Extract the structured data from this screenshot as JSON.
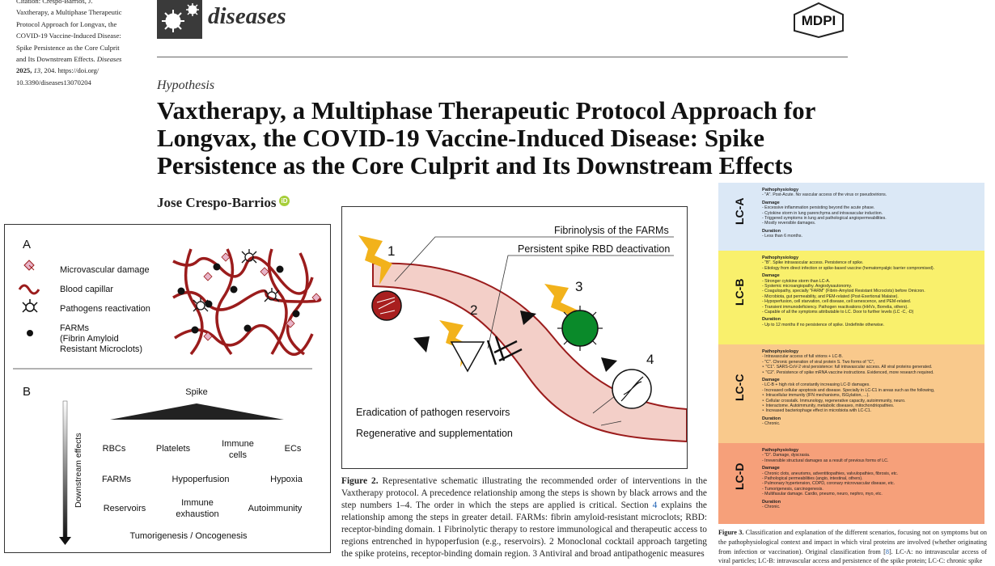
{
  "citation": {
    "lines": [
      "Citation: Crespo-Barrios, J.",
      "Vaxtherapy, a Multiphase Therapeutic",
      "Protocol Approach for Longvax, the",
      "COVID-19 Vaccine-Induced Disease:",
      "Spike Persistence as the Core Culprit",
      "and Its Downstream Effects."
    ],
    "journal": "Diseases",
    "year": "2025,",
    "volume": "13,",
    "pages": "204.",
    "doi_a": "https://doi.org/",
    "doi_b": "10.3390/diseases13070204"
  },
  "header": {
    "journal_name": "diseases",
    "publisher": "MDPI",
    "article_type": "Hypothesis",
    "title": "Vaxtherapy, a Multiphase Therapeutic Protocol Approach for Longvax, the COVID-19 Vaccine-Induced Disease: Spike Persistence as the Core Culprit and Its Downstream Effects",
    "author": "Jose Crespo-Barrios",
    "orcid_label": "iD"
  },
  "figure1": {
    "panel_a": "A",
    "panel_b": "B",
    "legend": [
      "Microvascular damage",
      "Blood capillar",
      "Pathogens reactivation",
      "FARMs",
      "(Fibrin Amyloid",
      "Resistant Microclots)"
    ],
    "spike": "Spike",
    "downstream": "Downstream effects",
    "row1": [
      "RBCs",
      "Platelets",
      "Immune",
      "cells",
      "ECs"
    ],
    "row2": [
      "FARMs",
      "Hypoperfusion",
      "Hypoxia"
    ],
    "row3": [
      "Reservoirs",
      "Immune",
      "exhaustion",
      "Autoimmunity"
    ],
    "bottom": "Tumorigenesis / Oncogenesis"
  },
  "figure2": {
    "labels": {
      "fibrinolysis": "Fibrinolysis of the FARMs",
      "rbd": "Persistent spike RBD deactivation",
      "eradication": "Eradication of pathogen reservoirs",
      "regenerative": "Regenerative and supplementation"
    },
    "step_numbers": [
      "1",
      "2",
      "3",
      "4"
    ],
    "caption_label": "Figure 2.",
    "caption_text_1": " Representative schematic illustrating the recommended order of interventions in the Vaxtherapy protocol. A precedence relationship among the steps is shown by black arrows and the step numbers 1–4. The order in which the steps are applied is critical. Section ",
    "caption_section_ref": "4",
    "caption_text_2": " explains the relationship among the steps in greater detail. FARMs: fibrin amyloid-resistant microclots; RBD: receptor-binding domain. 1 Fibrinolytic therapy to restore immunological and therapeutic access to regions entrenched in hypoperfusion (e.g., reservoirs). 2 Monoclonal cocktail approach targeting the spike proteins, receptor-binding domain region. 3 Antiviral and broad antipathogenic measures"
  },
  "figure3": {
    "blocks": [
      {
        "label": "LC-A",
        "color": "#dbe8f6",
        "lines": [
          [
            "h",
            "Pathophysiology"
          ],
          [
            "",
            " - \"A\". Post-Acute. No vascular access of the virus or pseudovirions."
          ],
          [
            "h",
            "Damage"
          ],
          [
            "",
            " - Excessive inflammation persisting beyond the acute phase."
          ],
          [
            "",
            " - Cytokine storm in lung parenchyma and intravascular induction."
          ],
          [
            "",
            " - Triggered symptoms in lung and pathological angiopermeabilities."
          ],
          [
            "",
            " - Mostly reversible damages."
          ],
          [
            "h",
            "Duration"
          ],
          [
            "",
            " - Less than 6 months."
          ]
        ]
      },
      {
        "label": "LC-B",
        "color": "#f9f06c",
        "lines": [
          [
            "h",
            "Pathophysiology"
          ],
          [
            "",
            " - \"B\". Spike intravascular access. Persistence of spike."
          ],
          [
            "",
            " - Etiology from direct infection or spike-based vaccine (hematomyalgic barrier compromised)."
          ],
          [
            "h",
            "Damage"
          ],
          [
            "",
            " - Stronger cytokine storm than LC-A."
          ],
          [
            "",
            " - Systemic microangiopathy. Angiodysautonomy."
          ],
          [
            "",
            " - Coagulopathy, specially \"FARM\" (Fibrin-Amyloid Resistant Microclots) before Omicron."
          ],
          [
            "",
            " - Microbiota, gut permeability, and PEM-related (Post-Exertional Malaise)."
          ],
          [
            "",
            " - Hypoperfusion, cell starvation, cell disease, cell senescence, and PEM-related."
          ],
          [
            "",
            " - Transient immunodeficiency. Pathogen reactivations (HHVs, Borrelia, others)."
          ],
          [
            "",
            " - Capable of all the symptoms attributable to LC. Door to further levels (LC -C, -D)"
          ],
          [
            "h",
            "Duration"
          ],
          [
            "",
            " - Up to 12 months if no persistence of spike. Undefinite otherwise."
          ]
        ]
      },
      {
        "label": "LC-C",
        "color": "#f9c98c",
        "lines": [
          [
            "h",
            "Pathophysiology"
          ],
          [
            "",
            " - Intravascular access of full virions + LC-B."
          ],
          [
            "",
            " - \"C\". Chronic generation of viral protein S. Two forms of \"C\","
          ],
          [
            "",
            "   ‣ \"C1\". SARS-CoV-2 viral persistence: full intravascular access. All viral proteins generated."
          ],
          [
            "",
            "   ‣ \"C2\". Persistence of spike mRNA vaccine instructions. Evidenced, more research required."
          ],
          [
            "h",
            "Damage"
          ],
          [
            "",
            " - LC-B + high risk of constantly increasing LC-D damages."
          ],
          [
            "",
            " - Increased cellular apoptosis and disease. Specially in LC-C1 in areas such as the following,"
          ],
          [
            "",
            "   ‣ Intracellular immunity (IFN mechanisms, ISGylation, ...)."
          ],
          [
            "",
            "   ‣ Cellular crosstalk. Immunology, regenerative capacity, autoimmunity, neuro."
          ],
          [
            "",
            "   ‣ Interactome. Autoimmunity, metabolic diseases, mitochondriopathies."
          ],
          [
            "",
            "   ‣ Increased bacteriophage effect in microbiota with LC-C1."
          ],
          [
            "h",
            "Duration"
          ],
          [
            "",
            " - Chronic."
          ]
        ]
      },
      {
        "label": "LC-D",
        "color": "#f6a07a",
        "lines": [
          [
            "h",
            "Pathophysiology"
          ],
          [
            "",
            " - \"D\". Damage, dyscrasia."
          ],
          [
            "",
            " - Irreversible structural damages as a result of previous forms of LC."
          ],
          [
            "h",
            "Damage"
          ],
          [
            "",
            " - Chronic clots, aneurisms, adventitiopathies, valvulopathies, fibrosis, etc."
          ],
          [
            "",
            " - Pathological permeabilities (angio, intestinal, others)."
          ],
          [
            "",
            " - Pulmonary hypertension, COPD, coronary microvascular disease, etc."
          ],
          [
            "",
            " - Tumorigenesis, carcinogenesis."
          ],
          [
            "",
            " - Multifasular damage. Cardio, pneumo, neuro, nephro, myo, etc."
          ],
          [
            "h",
            "Duration"
          ],
          [
            "",
            " - Chronic."
          ]
        ]
      }
    ],
    "caption_label": "Figure 3.",
    "caption_text_1": " Classification and explanation of the different scenarios, focusing not on symptoms but on the pathophysiological context and impact in which viral proteins are involved (whether originating from infection or vaccination). Original classification from [",
    "caption_ref": "8",
    "caption_text_2": "]. LC-A: no intravascular access of viral particles; LC-B: intravascular access and persistence of the spike protein; LC-C: chronic spike"
  },
  "colors": {
    "capillary": "#9b1c1c",
    "lightning": "#f2b21b",
    "green_virus": "#0a8a2a",
    "damage_pink": "#e8b4c8"
  }
}
